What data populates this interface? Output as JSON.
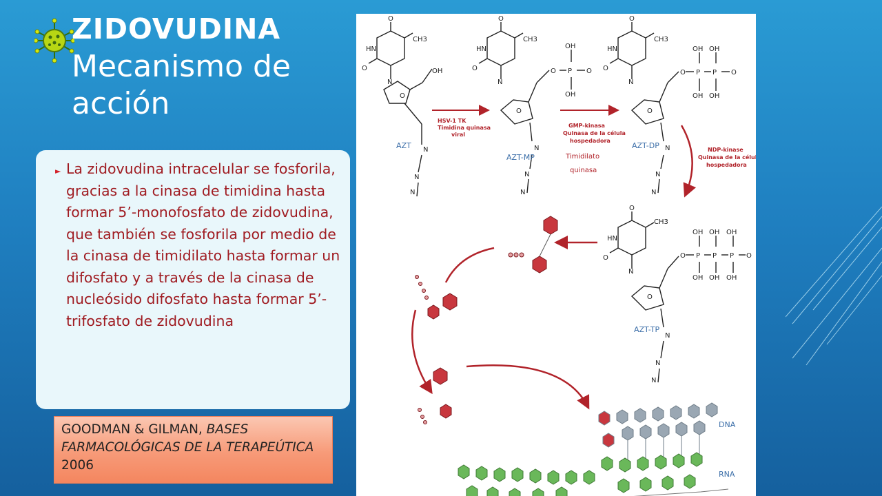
{
  "slide": {
    "title_bold": "ZIDOVUDINA",
    "title_sub": "Mecanismo de acción",
    "body_text": "La zidovudina intracelular se fosforila, gracias a la cinasa de timidina hasta formar 5’-monofosfato de zidovudina, que también se fosforila por medio de la cinasa de timidilato hasta formar un difosfato y a través de la cinasa de nucleósido difosfato hasta formar 5’-trifosfato de zidovudina",
    "reference": {
      "author": "GOODMAN & GILMAN, ",
      "book": "BASES FARMACOLÓGICAS DE LA TERAPEÚTICA",
      "year": " 2006"
    }
  },
  "diagram": {
    "labels": {
      "azt": "AZT",
      "azt_mp": "AZT-MP",
      "azt_dp": "AZT-DP",
      "azt_tp": "AZT-TP",
      "timidilato_1": "Timidilato",
      "timidilato_2": "quinasa",
      "dna": "DNA",
      "rna": "RNA"
    },
    "enzymes": {
      "e1_l1": "HSV-1 TK",
      "e1_l2": "Timidina quinasa",
      "e1_l3": "viral",
      "e2_l1": "GMP-kinasa",
      "e2_l2": "Quinasa de la célula",
      "e2_l3": "hospedadora",
      "e3_l1": "NDP-kinase",
      "e3_l2": "Quinasa de la célula",
      "e3_l3": "hospedadora"
    },
    "chem": {
      "o": "O",
      "hn": "HN",
      "n": "N",
      "ch3": "CH3",
      "oh": "OH",
      "p": "P",
      "o_minus": "O",
      "n_plus": "N",
      "n_minus": "N"
    }
  },
  "colors": {
    "text_red": "#a01c22",
    "arrow_red": "#b1232a",
    "label_blue": "#3b6ea8",
    "nucleotide_red": "#c8373e",
    "dna_gray": "#9aa7b3",
    "rna_green": "#6ab85a"
  }
}
